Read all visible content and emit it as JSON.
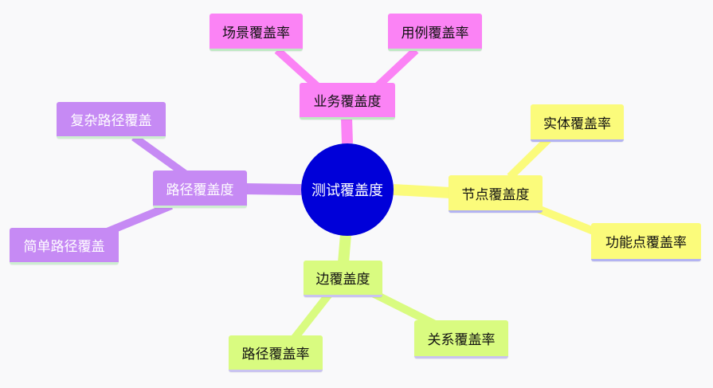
{
  "diagram": {
    "center": {
      "label": "测试覆盖度",
      "color": "#0000d9"
    },
    "branches": {
      "business": {
        "label": "业务覆盖度",
        "color": "#fb83f5",
        "children": [
          "场景覆盖率",
          "用例覆盖率"
        ]
      },
      "node": {
        "label": "节点覆盖度",
        "color": "#fbfb7b",
        "children": [
          "实体覆盖率",
          "功能点覆盖率"
        ]
      },
      "edge": {
        "label": "边覆盖度",
        "color": "#d9fb80",
        "children": [
          "关系覆盖率",
          "路径覆盖率"
        ]
      },
      "path": {
        "label": "路径覆盖度",
        "color": "#c68af4",
        "children": [
          "复杂路径覆盖",
          "简单路径覆盖"
        ]
      }
    }
  }
}
